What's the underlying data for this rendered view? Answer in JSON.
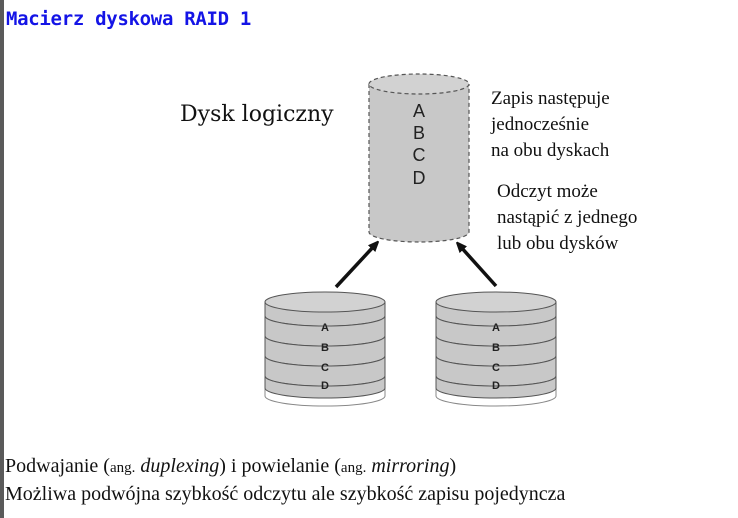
{
  "title": "Macierz dyskowa RAID 1",
  "logical_disk": {
    "label": "Dysk logiczny",
    "blocks": [
      "A",
      "B",
      "C",
      "D"
    ]
  },
  "notes": {
    "write": "Zapis następuje\njednocześnie\nna obu dyskach",
    "read": "Odczyt może\nnastąpić z jednego\nlub obu dysków"
  },
  "physical_disks": [
    {
      "blocks": [
        "A",
        "B",
        "C",
        "D"
      ]
    },
    {
      "blocks": [
        "A",
        "B",
        "C",
        "D"
      ]
    }
  ],
  "bottom": {
    "line1": {
      "t1": "Podwajanie (",
      "ang1": "ang.",
      "term1": " duplexing",
      "t2": ") i powielanie (",
      "ang2": "ang.",
      "term2": " mirroring",
      "t3": ")"
    },
    "line2": "Możliwa podwójna szybkość odczytu ale szybkość zapisu pojedyncza"
  },
  "colors": {
    "title": "#1414e6",
    "disk_fill": "#c8c8c8",
    "disk_stroke": "#555555"
  }
}
